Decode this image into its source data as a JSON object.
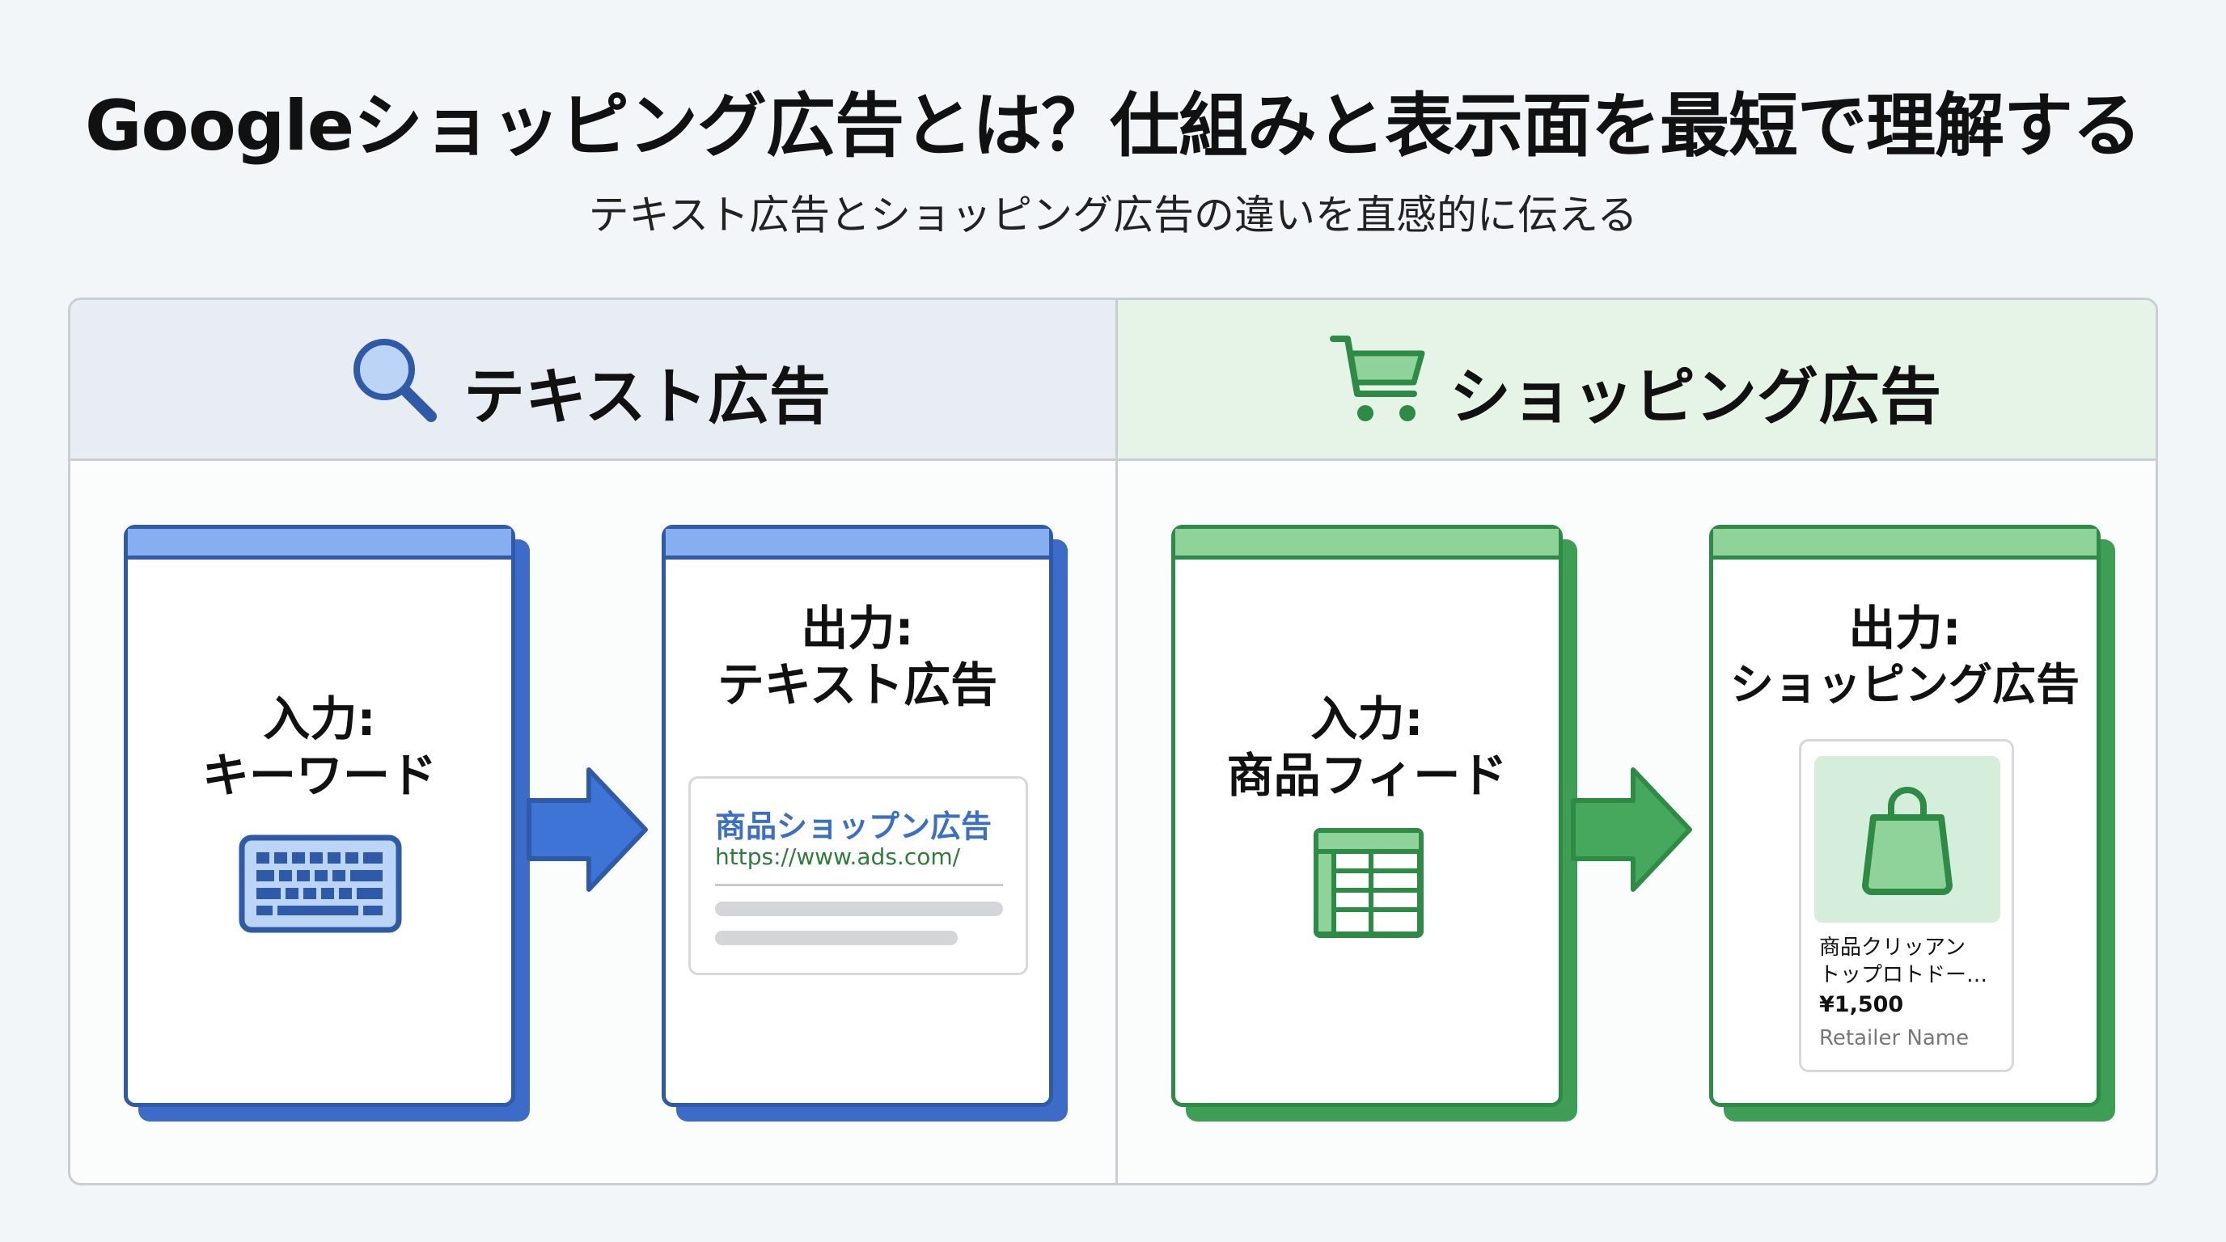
{
  "title": "Googleショッピング広告とは？仕組みと表示面を最短で理解する",
  "subtitle": "テキスト広告とショッピング広告の違いを直感的に伝える",
  "colors": {
    "blue": "#2f5aa8",
    "blue_light": "#86aef0",
    "green": "#2e8b45",
    "green_light": "#8fd39a"
  },
  "text_ads": {
    "header": "テキスト広告",
    "header_icon": "magnifier-icon",
    "input": {
      "label": "入力:",
      "value": "キーワード",
      "icon": "keyboard-icon"
    },
    "output": {
      "label": "出力:",
      "value": "テキスト広告",
      "ad": {
        "headline": "商品ショップン広告",
        "url": "https://www.ads.com/"
      }
    }
  },
  "shopping_ads": {
    "header": "ショッピング広告",
    "header_icon": "cart-icon",
    "input": {
      "label": "入力:",
      "value": "商品フィード",
      "icon": "spreadsheet-icon"
    },
    "output": {
      "label": "出力:",
      "value": "ショッピング広告",
      "product": {
        "name_line1": "商品クリッアン",
        "name_line2": "トップロトドー…",
        "price": "¥1,500",
        "retailer": "Retailer Name",
        "icon": "shopping-bag-icon"
      }
    }
  }
}
